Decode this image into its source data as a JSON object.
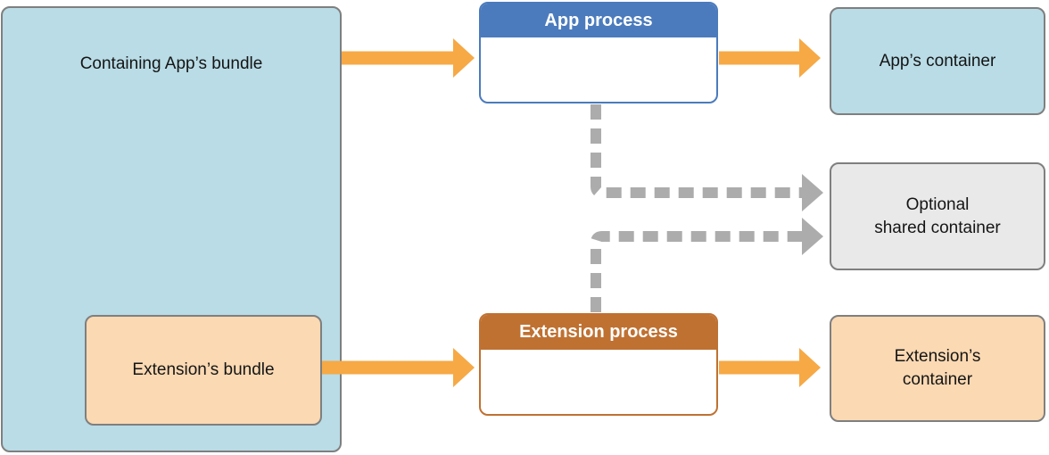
{
  "colors": {
    "canvas-bg": "#ffffff",
    "light-blue": "#b9dce6",
    "peach": "#fad9b3",
    "gray-box": "#e8e9e8",
    "process-blue": "#4b7bbd",
    "process-brown": "#bf7132",
    "arrow-orange": "#f6a945",
    "dash-gray": "#acacac",
    "border-gray": "#7f7f7f",
    "text": "#151515",
    "header-text": "#ffffff"
  },
  "diagram": {
    "bundles": {
      "containing_app_bundle": "Containing App’s bundle",
      "extension_bundle": "Extension’s bundle"
    },
    "processes": {
      "app_process": "App process",
      "extension_process": "Extension process"
    },
    "containers": {
      "app_container": "App’s container",
      "shared_container_line1": "Optional",
      "shared_container_line2": "shared container",
      "extension_container_line1": "Extension’s",
      "extension_container_line2": "container"
    }
  }
}
